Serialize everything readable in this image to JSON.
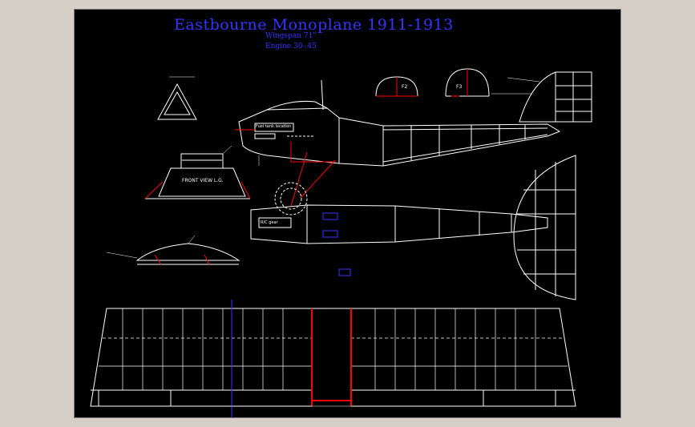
{
  "drawing": {
    "title": "Eastbourne Monoplane 1911-1913",
    "wingspan": "Wingspan 71\"",
    "engine": "Engine 30-.45",
    "front_view_label": "FRONT VIEW L.G.",
    "former_f2": "F2",
    "former_f3": "F3",
    "fuel_tank_label": "Fuel tank location",
    "servo_label": "R/C gear"
  },
  "colors": {
    "background": "#000000",
    "lines": "#ffffff",
    "title": "#3535ff",
    "accent": "#ff0000",
    "window_frame": "#d4d0c8"
  }
}
